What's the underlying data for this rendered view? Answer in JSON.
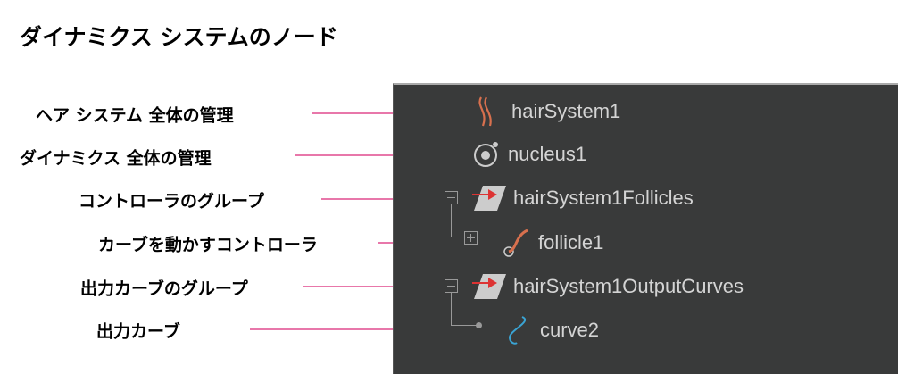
{
  "title": "ダイナミクス システムのノード",
  "annotations": [
    "ヘア システム 全体の管理",
    "ダイナミクス 全体の管理",
    "コントローラのグループ",
    "カーブを動かすコントローラ",
    "出力カーブのグループ",
    "出力カーブ"
  ],
  "outliner": {
    "items": [
      {
        "label": "hairSystem1",
        "icon": "hair-system-icon"
      },
      {
        "label": "nucleus1",
        "icon": "nucleus-icon"
      },
      {
        "label": "hairSystem1Follicles",
        "icon": "group-icon"
      },
      {
        "label": "follicle1",
        "icon": "follicle-icon"
      },
      {
        "label": "hairSystem1OutputCurves",
        "icon": "group-icon"
      },
      {
        "label": "curve2",
        "icon": "curve-icon"
      }
    ]
  },
  "colors": {
    "arrow": "#e877aa",
    "panel": "#393a3a"
  }
}
